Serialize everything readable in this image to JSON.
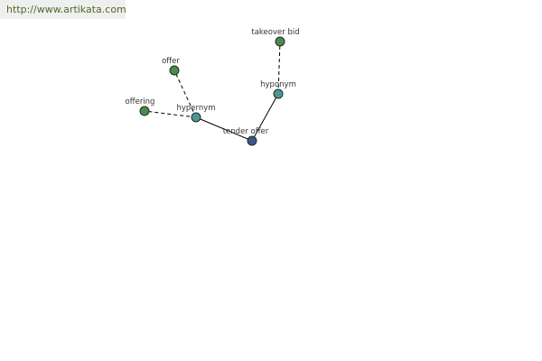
{
  "site_url": "http://www.artikata.com",
  "colors": {
    "leaf": "#4a8a4e",
    "relation": "#4d9596",
    "root": "#3f548c",
    "edge": "#000000",
    "url_text": "#4f6b22"
  },
  "graph": {
    "nodes": [
      {
        "id": "tender-offer",
        "label": "tender offer",
        "kind": "root"
      },
      {
        "id": "hypernym",
        "label": "hypernym",
        "kind": "relation"
      },
      {
        "id": "hyponym",
        "label": "hyponym",
        "kind": "relation"
      },
      {
        "id": "offer",
        "label": "offer",
        "kind": "leaf"
      },
      {
        "id": "offering",
        "label": "offering",
        "kind": "leaf"
      },
      {
        "id": "takeover-bid",
        "label": "takeover bid",
        "kind": "leaf"
      }
    ],
    "edges": [
      {
        "from": "tender-offer",
        "to": "hypernym",
        "style": "solid"
      },
      {
        "from": "tender-offer",
        "to": "hyponym",
        "style": "solid"
      },
      {
        "from": "hypernym",
        "to": "offer",
        "style": "dashed"
      },
      {
        "from": "hypernym",
        "to": "offering",
        "style": "dashed"
      },
      {
        "from": "hyponym",
        "to": "takeover-bid",
        "style": "dashed"
      }
    ]
  }
}
